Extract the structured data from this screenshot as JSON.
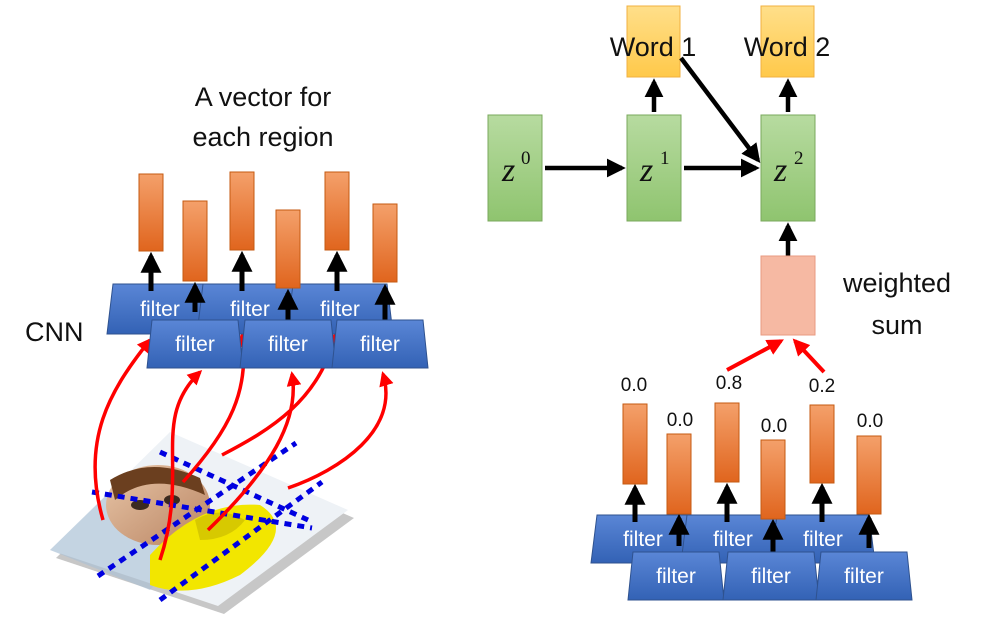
{
  "left": {
    "title_line1": "A vector for",
    "title_line2": "each region",
    "cnn_label": "CNN",
    "filter_label": "filter"
  },
  "right": {
    "word1": "Word 1",
    "word2": "Word 2",
    "z_symbol": "z",
    "z0_sup": "0",
    "z1_sup": "1",
    "z2_sup": "2",
    "weighted_line1": "weighted",
    "weighted_line2": "sum",
    "filter_label": "filter",
    "weights": [
      "0.0",
      "0.0",
      "0.8",
      "0.0",
      "0.2",
      "0.0"
    ]
  },
  "colors": {
    "filter_blue": "#4472c4",
    "vector_orange": "#ed7d31",
    "state_green": "#a9d18e",
    "word_yellow": "#ffd966",
    "sum_pink": "#f4b6a0",
    "attention_red": "#ff0000",
    "grid_dash_blue": "#0000e0"
  }
}
